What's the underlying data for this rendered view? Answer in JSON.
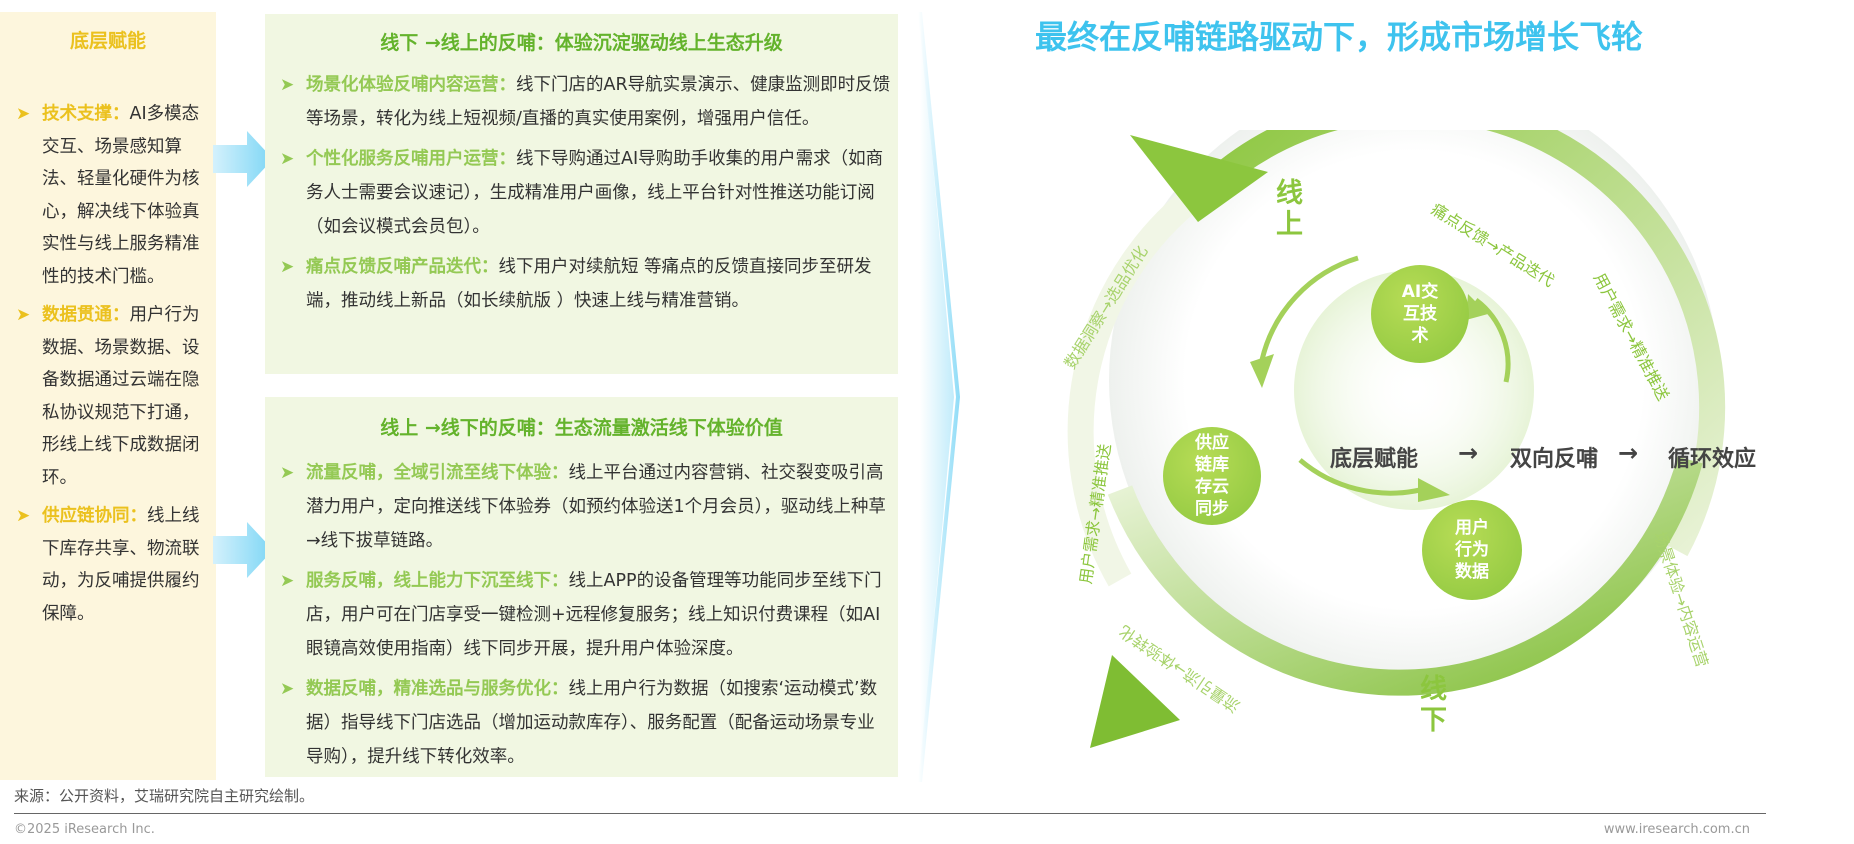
{
  "left": {
    "title": "底层赋能",
    "items": [
      {
        "name": "技术支撑：",
        "text": "AI多模态交互、场景感知算法、轻量化硬件为核心，解决线下体验真实性与线上服务精准性的技术门槛。"
      },
      {
        "name": "数据贯通：",
        "text": "用户行为数据、场景数据、设备数据通过云端在隐私协议规范下打通，形线上线下成数据闭环。"
      },
      {
        "name": "供应链协同：",
        "text": "线上线下库存共享、物流联动，为反哺提供履约保障。"
      }
    ]
  },
  "box_top": {
    "title": "线下 →线上的反哺：体验沉淀驱动线上生态升级",
    "items": [
      {
        "name": "场景化体验反哺内容运营：",
        "text": "线下门店的AR导航实景演示、健康监测即时反馈等场景，转化为线上短视频/直播的真实使用案例，增强用户信任。"
      },
      {
        "name": "个性化服务反哺用户运营：",
        "text": "线下导购通过AI导购助手收集的用户需求（如商务人士需要会议速记），生成精准用户画像，线上平台针对性推送功能订阅（如会议模式会员包）。"
      },
      {
        "name": "痛点反馈反哺产品迭代：",
        "text": "线下用户对续航短 等痛点的反馈直接同步至研发端，推动线上新品（如长续航版 ）快速上线与精准营销。"
      }
    ]
  },
  "box_bottom": {
    "title": "线上 →线下的反哺：生态流量激活线下体验价值",
    "items": [
      {
        "name": "流量反哺，全域引流至线下体验：",
        "text": "线上平台通过内容营销、社交裂变吸引高潜力用户，定向推送线下体验券（如预约体验送1个月会员），驱动线上种草→线下拔草链路。"
      },
      {
        "name": "服务反哺，线上能力下沉至线下：",
        "text": "线上APP的设备管理等功能同步至线下门店，用户可在门店享受一键检测+远程修复服务；线上知识付费课程（如AI眼镜高效使用指南）线下同步开展，提升用户体验深度。"
      },
      {
        "name": "数据反哺，精准选品与服务优化：",
        "text": "线上用户行为数据（如搜索‘运动模式’数据）指导线下门店选品（增加运动款库存）、服务配置（配备运动场景专业导购），提升线下转化效率。"
      }
    ]
  },
  "right": {
    "title": "最终在反哺链路驱动下，形成市场增长飞轮",
    "online_label": [
      "线",
      "上"
    ],
    "offline_label": [
      "线",
      "下"
    ],
    "arc_labels": {
      "top_right_1": "痛点反馈→产品迭代",
      "top_right_2": "用户需求→精准推送",
      "left_top": "数据洞察→选品优化",
      "left_bottom": "用户需求→精准推送",
      "bottom_right": "场景体验→内容运营",
      "bottom_left": "流量引流→体验转化"
    },
    "nodes": {
      "ai": [
        "AI交",
        "互技",
        "术"
      ],
      "supply": [
        "供应",
        "链库",
        "存云",
        "同步"
      ],
      "user": [
        "用户",
        "行为",
        "数据"
      ]
    },
    "center": {
      "base": "底层赋能",
      "arrow1": "→",
      "two_way": "双向反哺",
      "arrow2": "→",
      "cycle": "循环效应"
    }
  },
  "footer": {
    "source": "来源：公开资料，艾瑞研究院自主研究绘制。",
    "copyright": "©2025 iResearch Inc.",
    "url": "www.iresearch.com.cn"
  }
}
